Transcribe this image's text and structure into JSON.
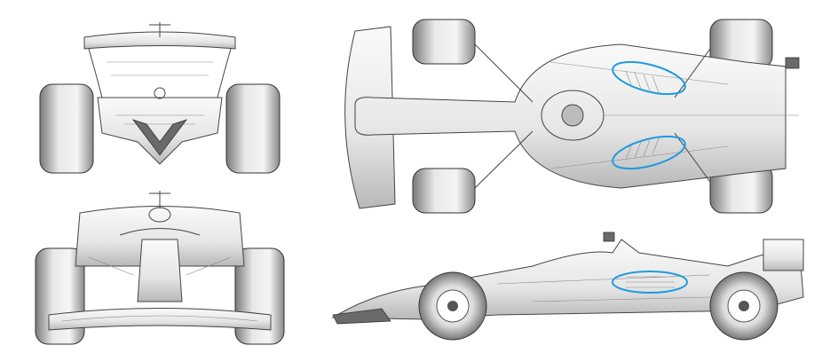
{
  "colors": {
    "highlight": "#1e9be0",
    "line": "#444444",
    "shade": "#9a9a9a",
    "background": "#ffffff"
  },
  "views": [
    "rear-view",
    "front-view",
    "top-view",
    "side-view"
  ],
  "highlights": {
    "top_view_count": 2,
    "side_view_count": 1
  }
}
